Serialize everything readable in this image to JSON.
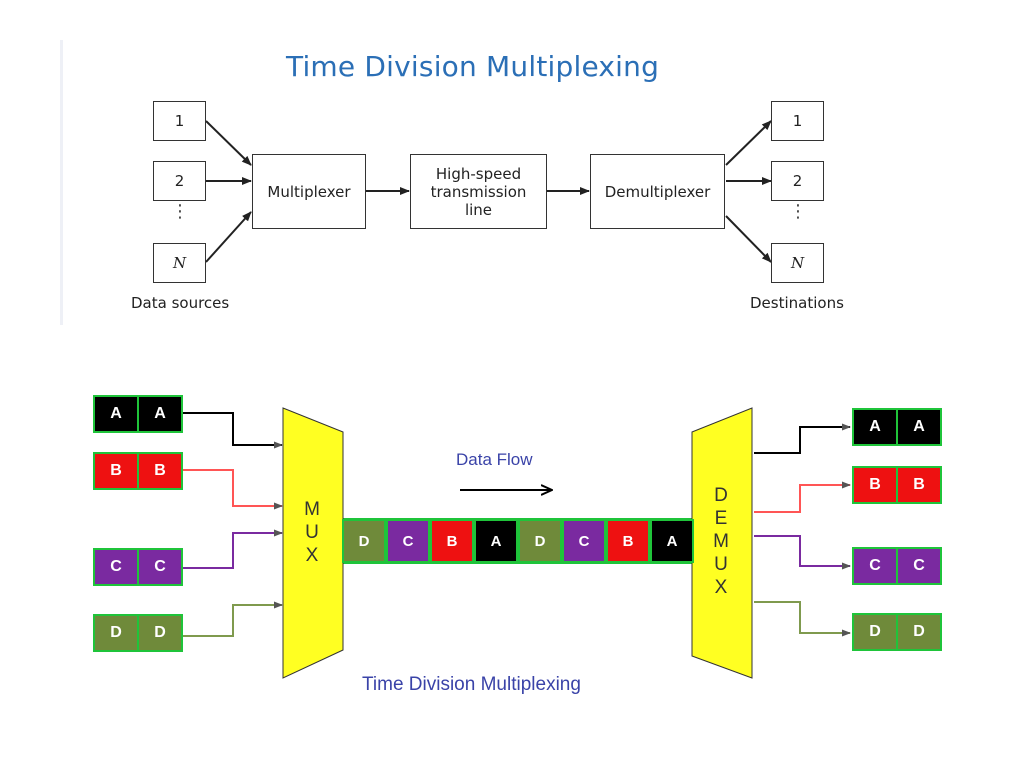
{
  "top": {
    "title": "Time Division Multiplexing",
    "sources": [
      "1",
      "2",
      "N"
    ],
    "destinations": [
      "1",
      "2",
      "N"
    ],
    "multiplexer": "Multiplexer",
    "line": [
      "High-speed",
      "transmission",
      "line"
    ],
    "demultiplexer": "Demultiplexer",
    "sources_caption": "Data sources",
    "destinations_caption": "Destinations",
    "ellipsis": "⋮"
  },
  "bottom": {
    "title": "Time Division Multiplexing",
    "data_flow": "Data Flow",
    "mux": [
      "M",
      "U",
      "X"
    ],
    "demux": [
      "D",
      "E",
      "M",
      "U",
      "X"
    ],
    "inputs": [
      {
        "labels": [
          "A",
          "A"
        ],
        "color": "#000000"
      },
      {
        "labels": [
          "B",
          "B"
        ],
        "color": "#ee1111"
      },
      {
        "labels": [
          "C",
          "C"
        ],
        "color": "#7a2aa0"
      },
      {
        "labels": [
          "D",
          "D"
        ],
        "color": "#6f8a3a"
      }
    ],
    "outputs": [
      {
        "labels": [
          "A",
          "A"
        ],
        "color": "#000000"
      },
      {
        "labels": [
          "B",
          "B"
        ],
        "color": "#ee1111"
      },
      {
        "labels": [
          "C",
          "C"
        ],
        "color": "#7a2aa0"
      },
      {
        "labels": [
          "D",
          "D"
        ],
        "color": "#6f8a3a"
      }
    ],
    "stream": [
      {
        "label": "D",
        "color": "#6f8a3a"
      },
      {
        "label": "C",
        "color": "#7a2aa0"
      },
      {
        "label": "B",
        "color": "#ee1111"
      },
      {
        "label": "A",
        "color": "#000000"
      },
      {
        "label": "D",
        "color": "#6f8a3a"
      },
      {
        "label": "C",
        "color": "#7a2aa0"
      },
      {
        "label": "B",
        "color": "#ee1111"
      },
      {
        "label": "A",
        "color": "#000000"
      }
    ],
    "line_colors": [
      "#000000",
      "#ff5555",
      "#7a2aa0",
      "#7f9a4e"
    ],
    "mux_color": "#ffff22"
  }
}
